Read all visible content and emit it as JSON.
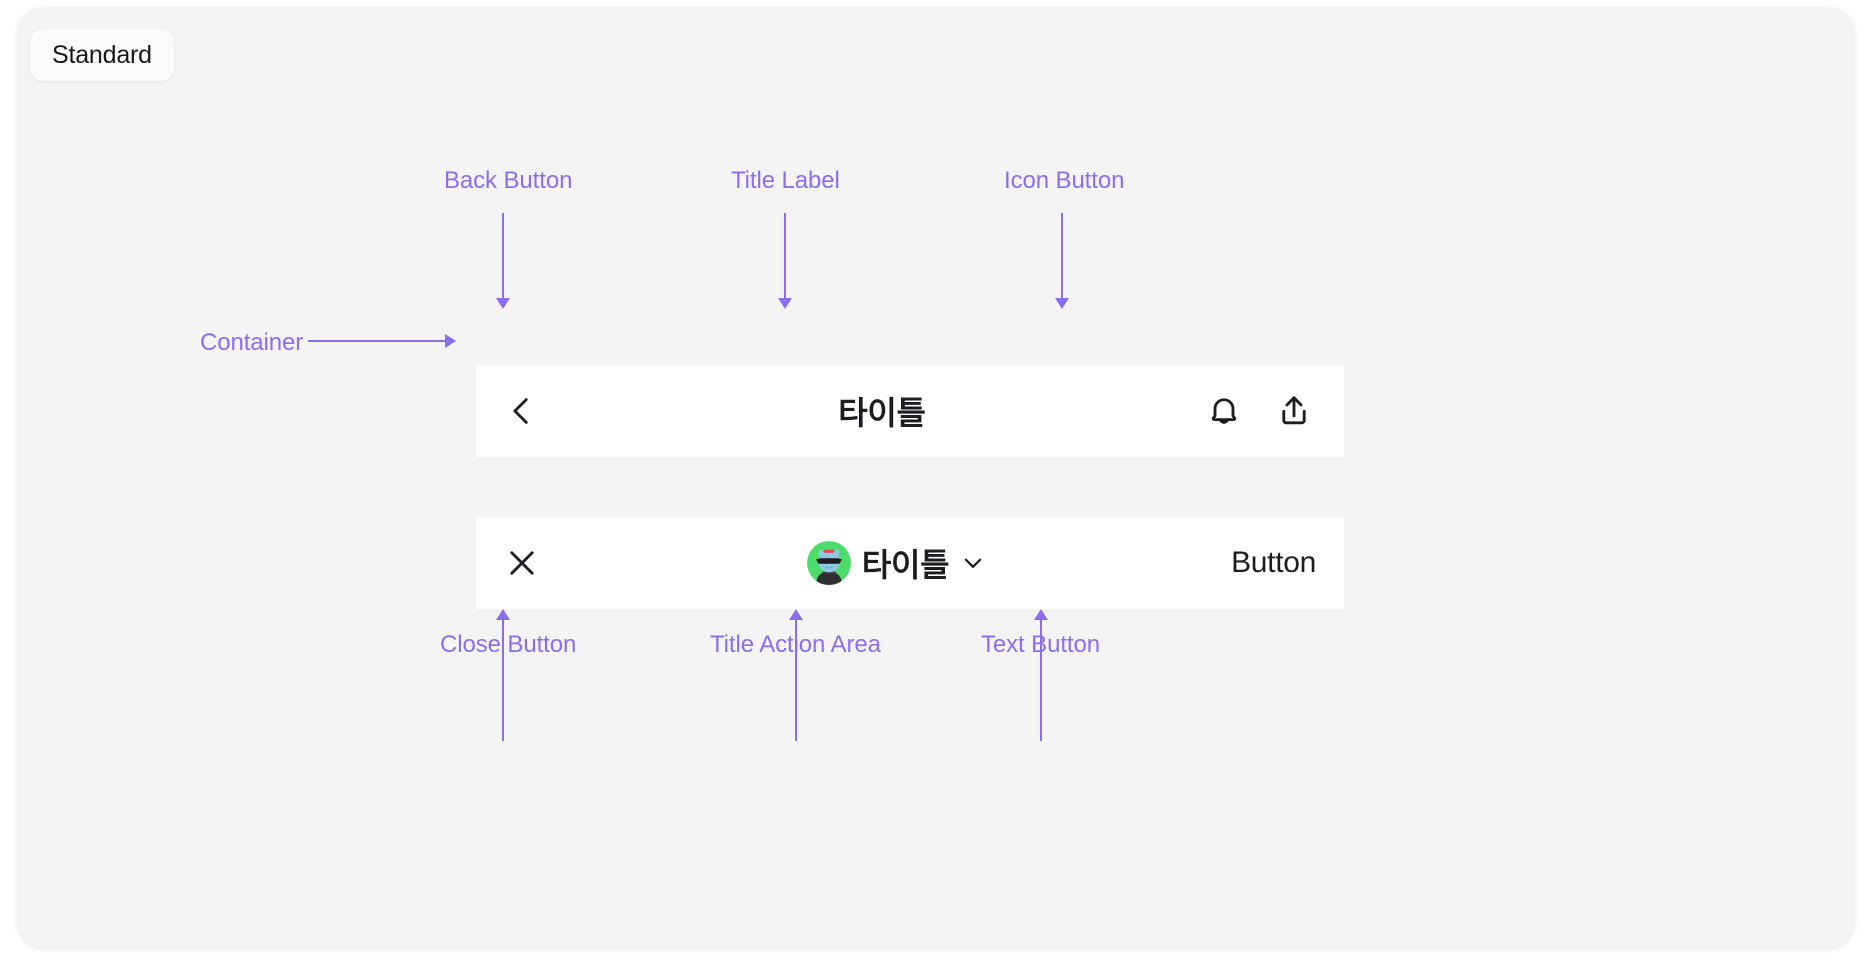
{
  "page": {
    "background_color": "#f4f4f4",
    "accent_color": "#8b6ef0",
    "surface_color": "#ffffff"
  },
  "variant_badge": {
    "label": "Standard"
  },
  "annotations": {
    "back_button": "Back Button",
    "title_label": "Title Label",
    "icon_button": "Icon Button",
    "container": "Container",
    "close_button": "Close Button",
    "title_action_area": "Title Action Area",
    "text_button": "Text Button"
  },
  "navbar_standard": {
    "back_icon": "chevron-left-icon",
    "title": "타이틀",
    "actions": [
      {
        "icon": "bell-icon"
      },
      {
        "icon": "share-upload-icon"
      }
    ]
  },
  "navbar_modal": {
    "close_icon": "close-x-icon",
    "avatar": {
      "icon": "avatar-cat-sunglasses",
      "background_color": "#4ddb6a",
      "face_color": "#8ecae6",
      "glasses_color": "#1d1d21",
      "hair_color": "#e8435a",
      "shirt_color": "#2e2e33"
    },
    "title": "타이틀",
    "dropdown_icon": "chevron-down-icon",
    "text_button": "Button"
  }
}
